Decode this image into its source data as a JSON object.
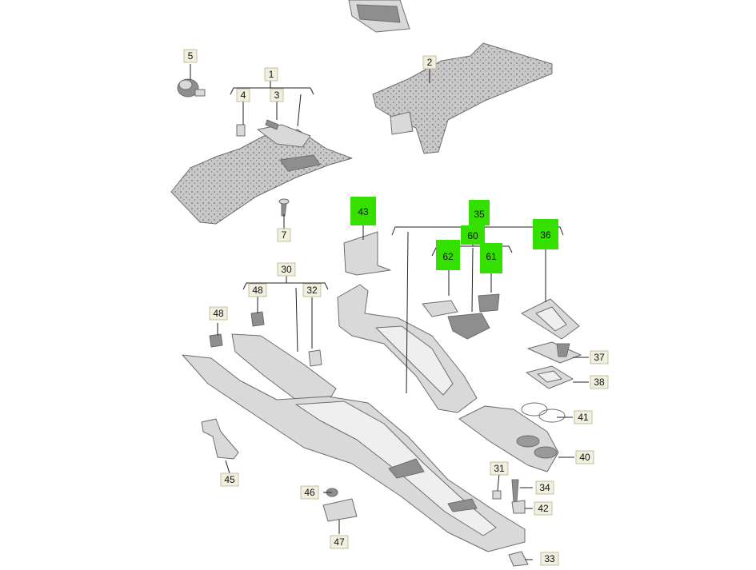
{
  "diagram": {
    "highlight_color": "#33e000",
    "label_box_color": "#f0efe0",
    "part_fill": "#c9c9c9",
    "callouts": [
      "1",
      "2",
      "3",
      "4",
      "5",
      "7",
      "30",
      "31",
      "32",
      "33",
      "34",
      "35",
      "36",
      "37",
      "38",
      "40",
      "41",
      "42",
      "43",
      "45",
      "46",
      "47",
      "48",
      "48",
      "60",
      "61",
      "62"
    ],
    "highlighted": [
      "35",
      "36",
      "43",
      "60",
      "61",
      "62"
    ]
  }
}
